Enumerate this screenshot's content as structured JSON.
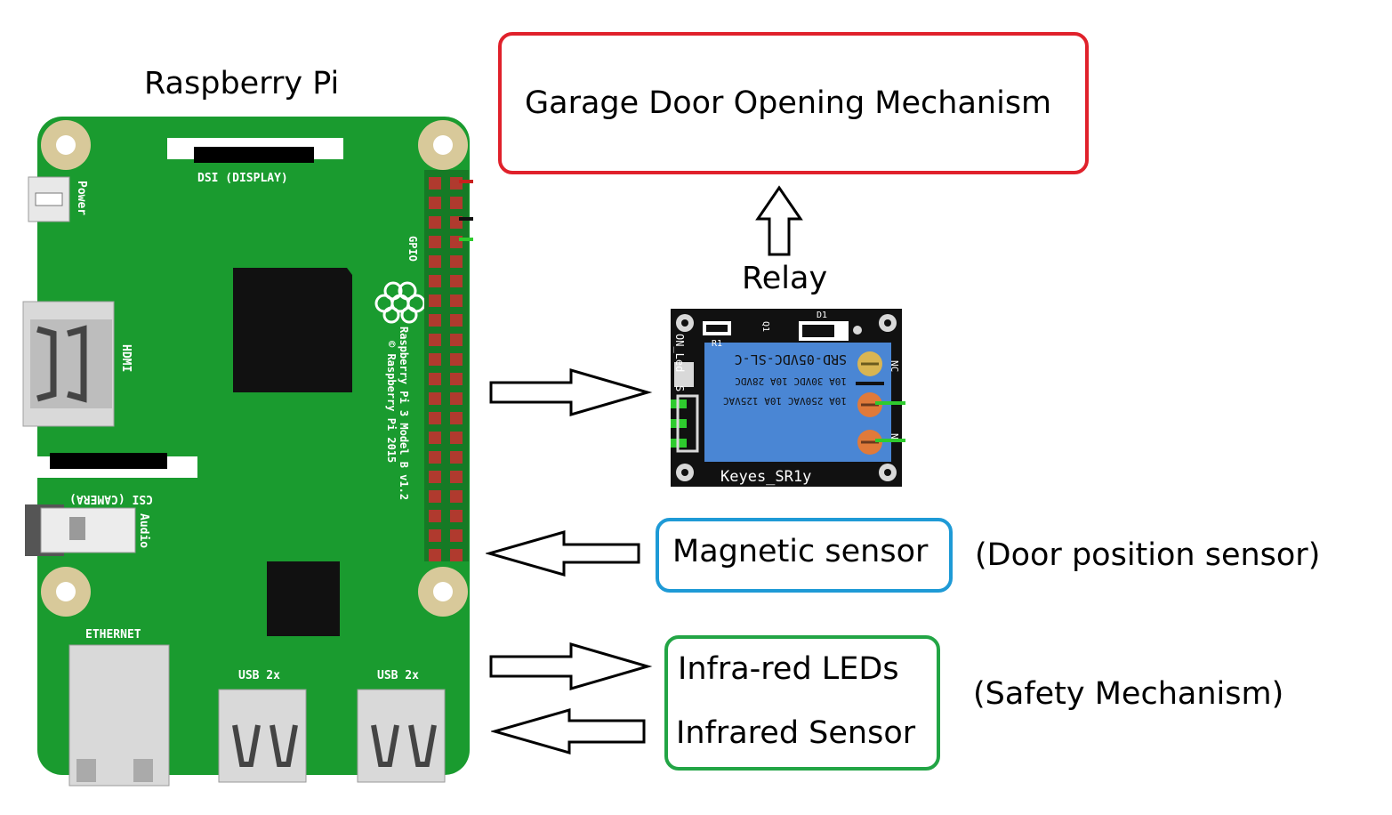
{
  "titles": {
    "raspberry_pi": "Raspberry Pi",
    "relay": "Relay"
  },
  "boxes": {
    "garage": "Garage Door Opening Mechanism",
    "magnetic": "Magnetic sensor",
    "ir_leds": "Infra-red LEDs",
    "ir_sensor": "Infrared Sensor"
  },
  "notes": {
    "door_position": "(Door position sensor)",
    "safety": "(Safety Mechanism)"
  },
  "board": {
    "dsi": "DSI (DISPLAY)",
    "power": "Power",
    "gpio": "GPIO",
    "hdmi": "HDMI",
    "csi": "CSI (CAMERA)",
    "audio": "Audio",
    "model_line1": "Raspberry Pi 3 Model B v1.2",
    "model_line2": "© Raspberry Pi 2015",
    "ethernet": "ETHERNET",
    "usb1": "USB 2x",
    "usb2": "USB 2x"
  },
  "relay_module": {
    "d1": "D1",
    "r1": "R1",
    "q1": "Q1",
    "on_led": "ON_Led",
    "s": "S",
    "part": "SRD-05VDC-SL-C",
    "rating1": "10A 250VAC 10A 125VAC",
    "rating2": "10A 30VDC 10A 28VDC",
    "nc": "NC",
    "n": "N",
    "name": "Keyes_SR1y"
  },
  "colors": {
    "board_green": "#1a9b2f",
    "garage_border": "#e0212b",
    "magnetic_border": "#1e9ad6",
    "ir_border": "#22a545",
    "relay_blue": "#4a86d4"
  }
}
